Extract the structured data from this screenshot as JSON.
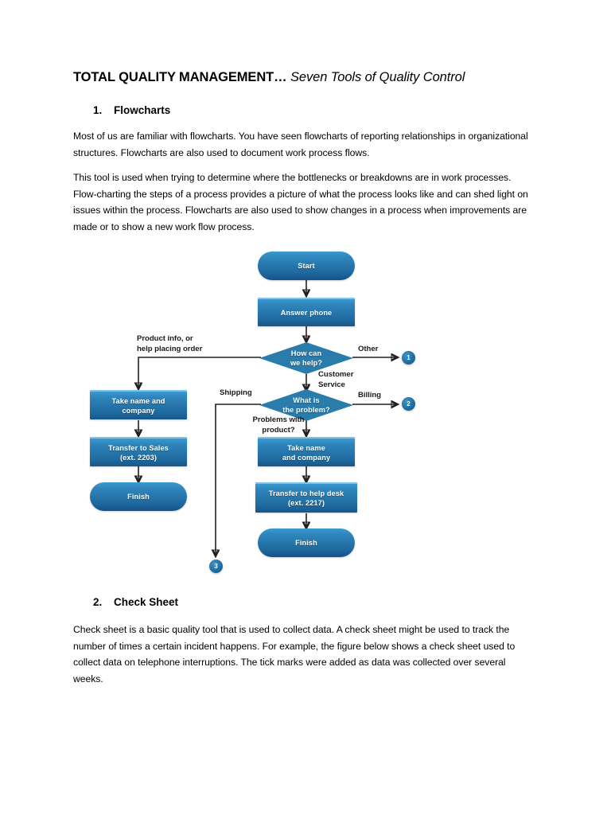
{
  "document": {
    "title_bold": "TOTAL QUALITY MANAGEMENT… ",
    "title_italic": "Seven Tools of Quality Control",
    "sections": [
      {
        "number": "1.",
        "heading": "Flowcharts",
        "paragraphs": [
          "Most of us are familiar with flowcharts. You have seen flowcharts of reporting relationships in organizational structures. Flowcharts are also used to document work process flows.",
          "This tool is used when trying to determine where the bottlenecks or breakdowns are in work processes. Flow-charting the steps of a process provides a picture of what the process looks like and can shed light on issues within the process. Flowcharts are also used to show changes in a process when improvements are made or to show a new work flow process."
        ]
      },
      {
        "number": "2.",
        "heading": "Check Sheet",
        "paragraphs": [
          "Check sheet is a basic quality tool that is used to collect data. A check sheet might be used to track the number of times a certain incident happens. For example, the figure below shows a check sheet used to collect data on telephone interruptions. The tick marks were added as data was collected over several weeks."
        ]
      }
    ]
  },
  "flowchart": {
    "nodes": {
      "start": "Start",
      "answer_phone": "Answer phone",
      "how_can_we_help": "How can\nwe help?",
      "what_is_the_problem": "What is\nthe problem?",
      "take_name_company_left": "Take name and\ncompany",
      "transfer_to_sales": "Transfer to Sales\n(ext. 2203)",
      "finish_left": "Finish",
      "take_name_company_right": "Take name\nand company",
      "transfer_to_help_desk": "Transfer to help desk\n(ext. 2217)",
      "finish_right": "Finish"
    },
    "edge_labels": {
      "product_info": "Product info, or\nhelp placing order",
      "other": "Other",
      "customer_service": "Customer\nService",
      "shipping": "Shipping",
      "billing": "Billing",
      "problems_with_product": "Problems with\nproduct?"
    },
    "connectors": {
      "one": "1",
      "two": "2",
      "three": "3"
    },
    "colors": {
      "node_fill_light": "#3b9ad1",
      "node_fill_dark": "#17568a",
      "decision_fill": "#2a7cab",
      "connector_fill": "#1e6fa3",
      "line": "#231f20",
      "node_text": "#ffffff"
    }
  }
}
